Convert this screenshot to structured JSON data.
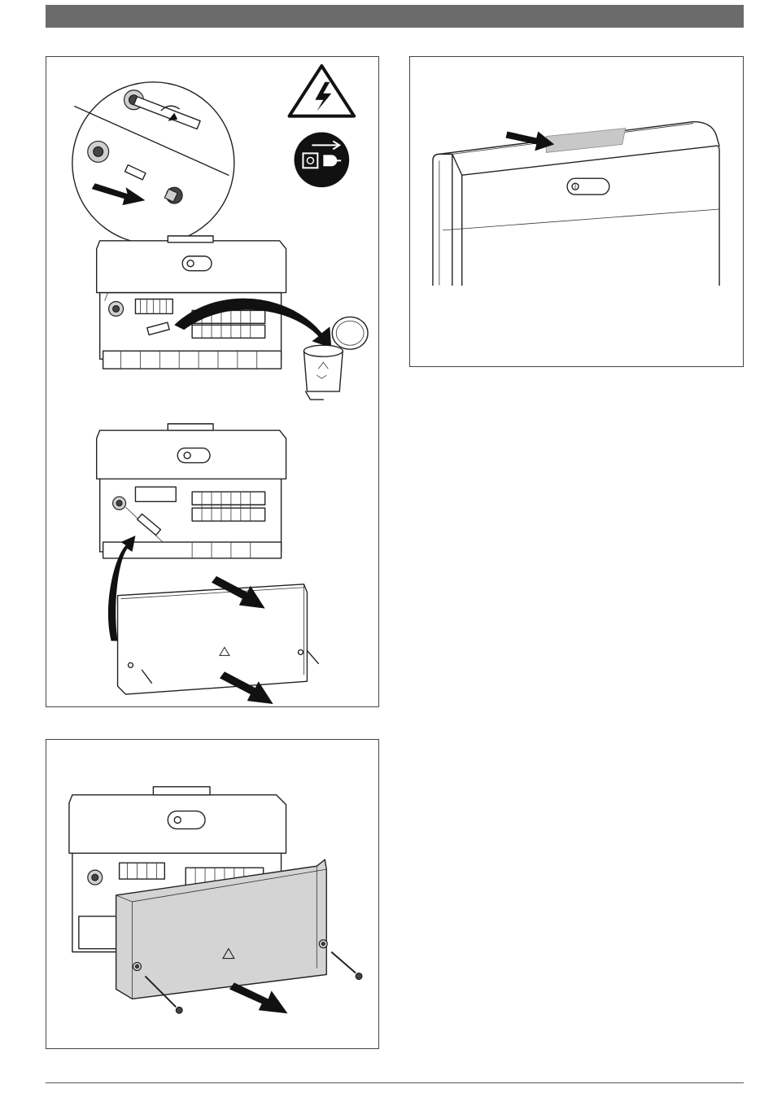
{
  "page": {
    "header_bar_color": "#6b6b6b",
    "panel_border_color": "#444444",
    "cover_fill_color": "#d4d4d4",
    "label_highlight_color": "#c8c8c8"
  },
  "figures": [
    {
      "id": "fuse-replacement",
      "icons": [
        "warning-high-voltage-icon",
        "disconnect-mains-plug-icon",
        "recycle-bin-icon",
        "arrow-icon"
      ]
    },
    {
      "id": "type-label-location",
      "icons": [
        "arrow-icon"
      ]
    },
    {
      "id": "cover-mounting",
      "icons": [
        "warning-triangle-icon",
        "arrow-icon",
        "screw-icon"
      ]
    }
  ]
}
